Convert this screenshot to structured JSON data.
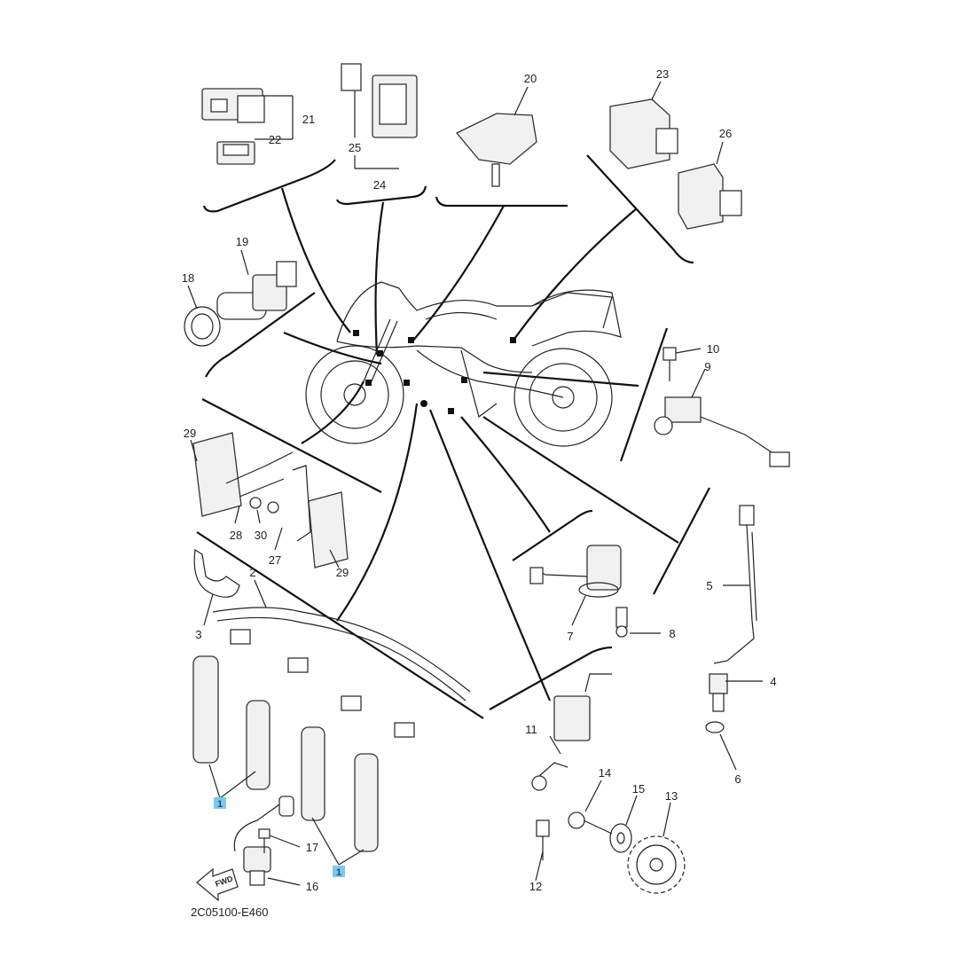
{
  "diagram": {
    "part_labels": [
      "21",
      "22",
      "25",
      "24",
      "20",
      "23",
      "26",
      "19",
      "18",
      "10",
      "9",
      "29",
      "28",
      "30",
      "27",
      "29",
      "2",
      "3",
      "5",
      "7",
      "8",
      "4",
      "6",
      "11",
      "14",
      "15",
      "13",
      "12",
      "17",
      "16"
    ],
    "highlight_labels": [
      "1",
      "1"
    ],
    "fwd_label": "FWD",
    "caption": "2C05100-E460",
    "highlight_color": "#7ec8ea"
  }
}
